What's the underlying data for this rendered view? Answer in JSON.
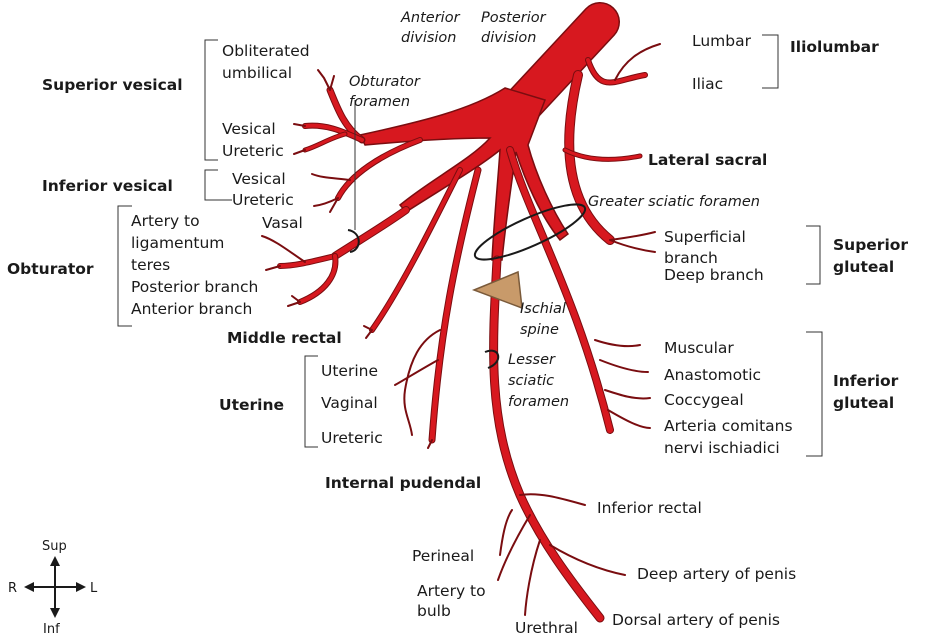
{
  "labels": {
    "anterior_division": [
      "Anterior",
      "division"
    ],
    "posterior_division": [
      "Posterior",
      "division"
    ],
    "superior_vesical": "Superior vesical",
    "obliterated_umbilical": [
      "Obliterated",
      "umbilical"
    ],
    "vesical_1": "Vesical",
    "ureteric_1": "Ureteric",
    "obturator_foramen": [
      "Obturator",
      "foramen"
    ],
    "inferior_vesical": "Inferior vesical",
    "vesical_2": "Vesical",
    "ureteric_2": "Ureteric",
    "vasal": "Vasal",
    "obturator": "Obturator",
    "artery_to_ligamentum_teres": [
      "Artery to",
      "ligamentum",
      "teres"
    ],
    "posterior_branch": "Posterior branch",
    "anterior_branch": "Anterior branch",
    "middle_rectal": "Middle rectal",
    "uterine": "Uterine",
    "uterine_sub": "Uterine",
    "vaginal": "Vaginal",
    "ureteric_3": "Ureteric",
    "internal_pudendal": "Internal pudendal",
    "ischial_spine": [
      "Ischial",
      "spine"
    ],
    "lesser_sciatic_foramen": [
      "Lesser",
      "sciatic",
      "foramen"
    ],
    "greater_sciatic_foramen": "Greater sciatic foramen",
    "lumbar": "Lumbar",
    "iliac": "Iliac",
    "iliolumbar": "Iliolumbar",
    "lateral_sacral": "Lateral sacral",
    "superficial_branch": [
      "Superficial",
      "branch"
    ],
    "deep_branch": "Deep branch",
    "superior_gluteal": [
      "Superior",
      "gluteal"
    ],
    "muscular": "Muscular",
    "anastomotic": "Anastomotic",
    "coccygeal": "Coccygeal",
    "arteria_comitans": [
      "Arteria comitans",
      "nervi ischiadici"
    ],
    "inferior_gluteal": [
      "Inferior",
      "gluteal"
    ],
    "inferior_rectal": "Inferior rectal",
    "perineal": "Perineal",
    "artery_to_bulb": [
      "Artery to",
      "bulb"
    ],
    "urethral": "Urethral",
    "deep_artery_of_penis": "Deep artery of penis",
    "dorsal_artery_of_penis": "Dorsal artery of penis"
  },
  "compass": {
    "sup": "Sup",
    "inf": "Inf",
    "right": "R",
    "left": "L"
  },
  "colors": {
    "artery": "#d7181f",
    "artery_outline": "#7a0d10",
    "bone": "#c89a6a"
  }
}
